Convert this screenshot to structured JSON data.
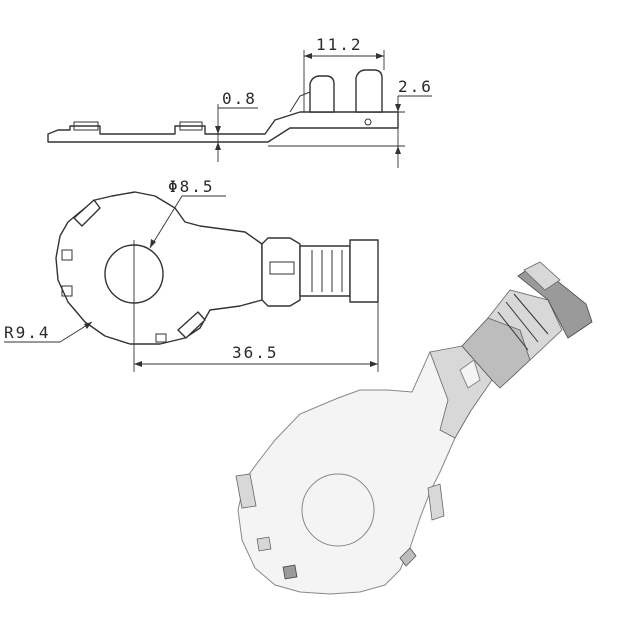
{
  "dimensions": {
    "crimp_length": "11.2",
    "height": "2.6",
    "thickness": "0.8",
    "hole_diameter": "Φ8.5",
    "ring_radius": "R9.4",
    "overall_length": "36.5"
  }
}
